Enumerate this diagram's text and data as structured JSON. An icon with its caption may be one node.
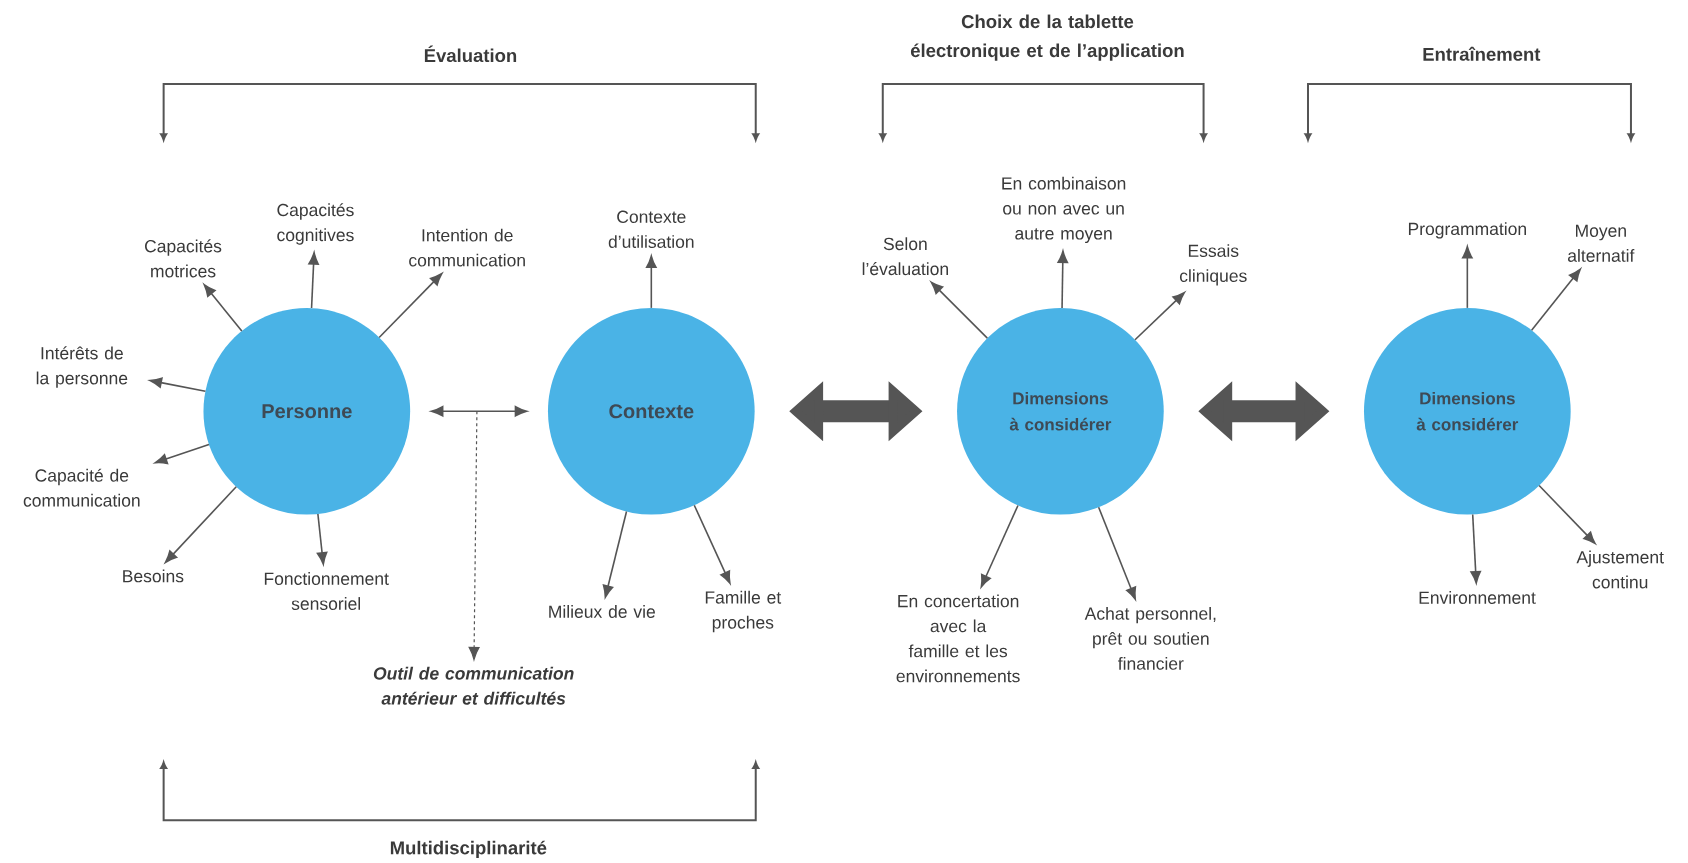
{
  "diagram": {
    "nodes": [
      {
        "text": [
          "Personne"
        ]
      },
      {
        "text": [
          "Contexte"
        ]
      },
      {
        "text": [
          "Dimensions à considérer"
        ]
      },
      {
        "text": [
          "Dimensions à considérer"
        ]
      },
      {
        "text": [
          "Capacités motrices"
        ]
      },
      {
        "text": [
          "Capacités cognitives"
        ]
      },
      {
        "text": [
          "Intention de communication"
        ]
      },
      {
        "text": [
          "Intérêts de la personne"
        ]
      },
      {
        "text": [
          "Capacité de communication"
        ]
      },
      {
        "text": [
          "Besoins"
        ]
      },
      {
        "text": [
          "Fonctionnement sensoriel"
        ]
      },
      {
        "text": [
          "Contexte d’utilisation"
        ]
      },
      {
        "text": [
          "Milieux de vie"
        ]
      },
      {
        "text": [
          "Famille et proches"
        ]
      },
      {
        "text": [
          "Selon l’évaluation"
        ]
      },
      {
        "text": [
          "En combinaison ou non avec un autre moyen"
        ]
      },
      {
        "text": [
          "Essais cliniques"
        ]
      },
      {
        "text": [
          "En concertation avec la famille et les environnements"
        ]
      },
      {
        "text": [
          "Achat personnel, prêt ou soutien financier"
        ]
      },
      {
        "text": [
          "Programmation"
        ]
      },
      {
        "text": [
          "Moyen alternatif"
        ]
      },
      {
        "text": [
          "Environnement"
        ]
      },
      {
        "text": [
          "Ajustement continu"
        ]
      },
      {
        "text": [
          "Outil de communication antérieur et difficultés"
        ]
      }
    ],
    "edges": [
      {
        "from": 0,
        "to": 4,
        "arrow": "to"
      },
      {
        "from": 0,
        "to": 5,
        "arrow": "to"
      },
      {
        "from": 0,
        "to": 6,
        "arrow": "to"
      },
      {
        "from": 0,
        "to": 7,
        "arrow": "to"
      },
      {
        "from": 0,
        "to": 8,
        "arrow": "to"
      },
      {
        "from": 0,
        "to": 9,
        "arrow": "to"
      },
      {
        "from": 0,
        "to": 10,
        "arrow": "to"
      },
      {
        "from": 1,
        "to": 11,
        "arrow": "to"
      },
      {
        "from": 1,
        "to": 12,
        "arrow": "to"
      },
      {
        "from": 1,
        "to": 13,
        "arrow": "to"
      },
      {
        "from": 2,
        "to": 14,
        "arrow": "to"
      },
      {
        "from": 2,
        "to": 15,
        "arrow": "to"
      },
      {
        "from": 2,
        "to": 16,
        "arrow": "to"
      },
      {
        "from": 2,
        "to": 17,
        "arrow": "to"
      },
      {
        "from": 2,
        "to": 18,
        "arrow": "to"
      },
      {
        "from": 3,
        "to": 19,
        "arrow": "to"
      },
      {
        "from": 3,
        "to": 20,
        "arrow": "to"
      },
      {
        "from": 3,
        "to": 21,
        "arrow": "to"
      },
      {
        "from": 3,
        "to": 22,
        "arrow": "to"
      },
      {
        "from": 0,
        "to": 1,
        "arrow": "both"
      },
      {
        "from": null,
        "to": 23,
        "arrow": "to",
        "style": "dashed"
      },
      {
        "from": 1,
        "to": 2,
        "arrow": "both",
        "style": "thick"
      },
      {
        "from": 2,
        "to": 3,
        "arrow": "both",
        "style": "thick"
      }
    ],
    "labels": [
      "Évaluation",
      "Choix de la tablette électronique et de l’application",
      "Entraînement",
      "Multidisciplinarité"
    ]
  }
}
